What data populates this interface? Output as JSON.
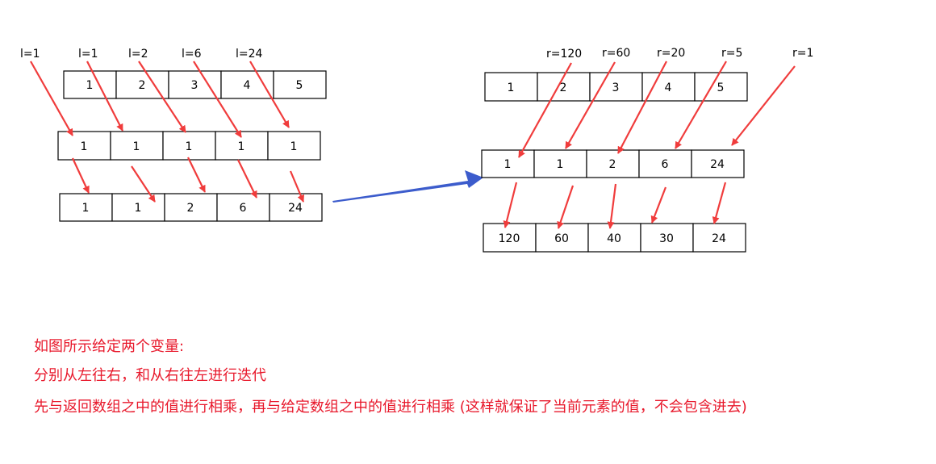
{
  "colors": {
    "accent_red": "#f03c3c",
    "blue_arrow": "#3c5ccc",
    "caption_red": "#e8192c"
  },
  "left": {
    "labels": [
      "l=1",
      "l=1",
      "l=2",
      "l=6",
      "l=24"
    ],
    "given_array": [
      "1",
      "2",
      "3",
      "4",
      "5"
    ],
    "init_array": [
      "1",
      "1",
      "1",
      "1",
      "1"
    ],
    "result_array": [
      "1",
      "1",
      "2",
      "6",
      "24"
    ]
  },
  "right": {
    "labels": [
      "r=120",
      "r=60",
      "r=20",
      "r=5",
      "r=1"
    ],
    "given_array": [
      "1",
      "2",
      "3",
      "4",
      "5"
    ],
    "mid_array": [
      "1",
      "1",
      "2",
      "6",
      "24"
    ],
    "result_array": [
      "120",
      "60",
      "40",
      "30",
      "24"
    ]
  },
  "captions": [
    "如图所示给定两个变量:",
    "分别从左往右，和从右往左进行迭代",
    "先与返回数组之中的值进行相乘，再与给定数组之中的值进行相乘 (这样就保证了当前元素的值，不会包含进去)"
  ]
}
